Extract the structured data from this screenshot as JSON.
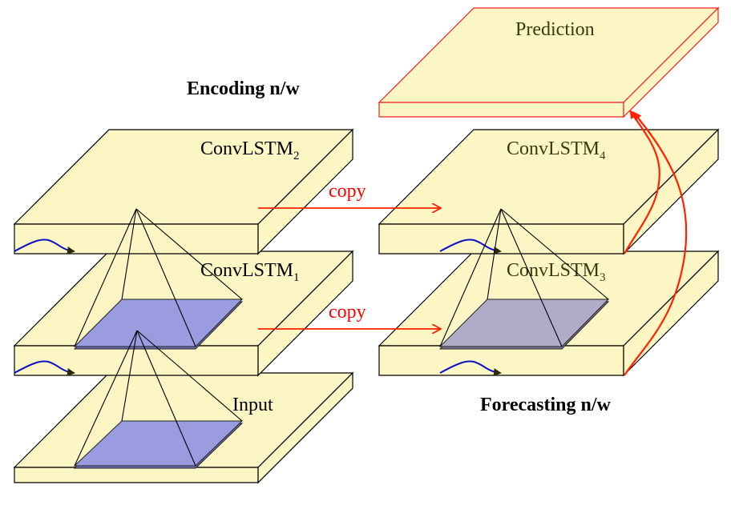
{
  "headings": {
    "encoding": "Encoding n/w",
    "forecasting": "Forecasting n/w"
  },
  "layers": {
    "input": {
      "label": "Input"
    },
    "convlstm1": {
      "label": "ConvLSTM",
      "sub": "1"
    },
    "convlstm2": {
      "label": "ConvLSTM",
      "sub": "2"
    },
    "convlstm3": {
      "label": "ConvLSTM",
      "sub": "3"
    },
    "convlstm4": {
      "label": "ConvLSTM",
      "sub": "4"
    },
    "prediction": {
      "label": "Prediction"
    }
  },
  "arrows": {
    "copy_top": "copy",
    "copy_bottom": "copy"
  },
  "colors": {
    "layer_fill": "#fbf6c3",
    "patch_fill": "#9b9be0",
    "patch_fill_forecast": "#b0acc8",
    "copy_arrow": "#ff2200",
    "recurrent_arrow": "#1010cc",
    "prediction_outline": "#ee2222",
    "label_dark": "#3a3a10"
  }
}
